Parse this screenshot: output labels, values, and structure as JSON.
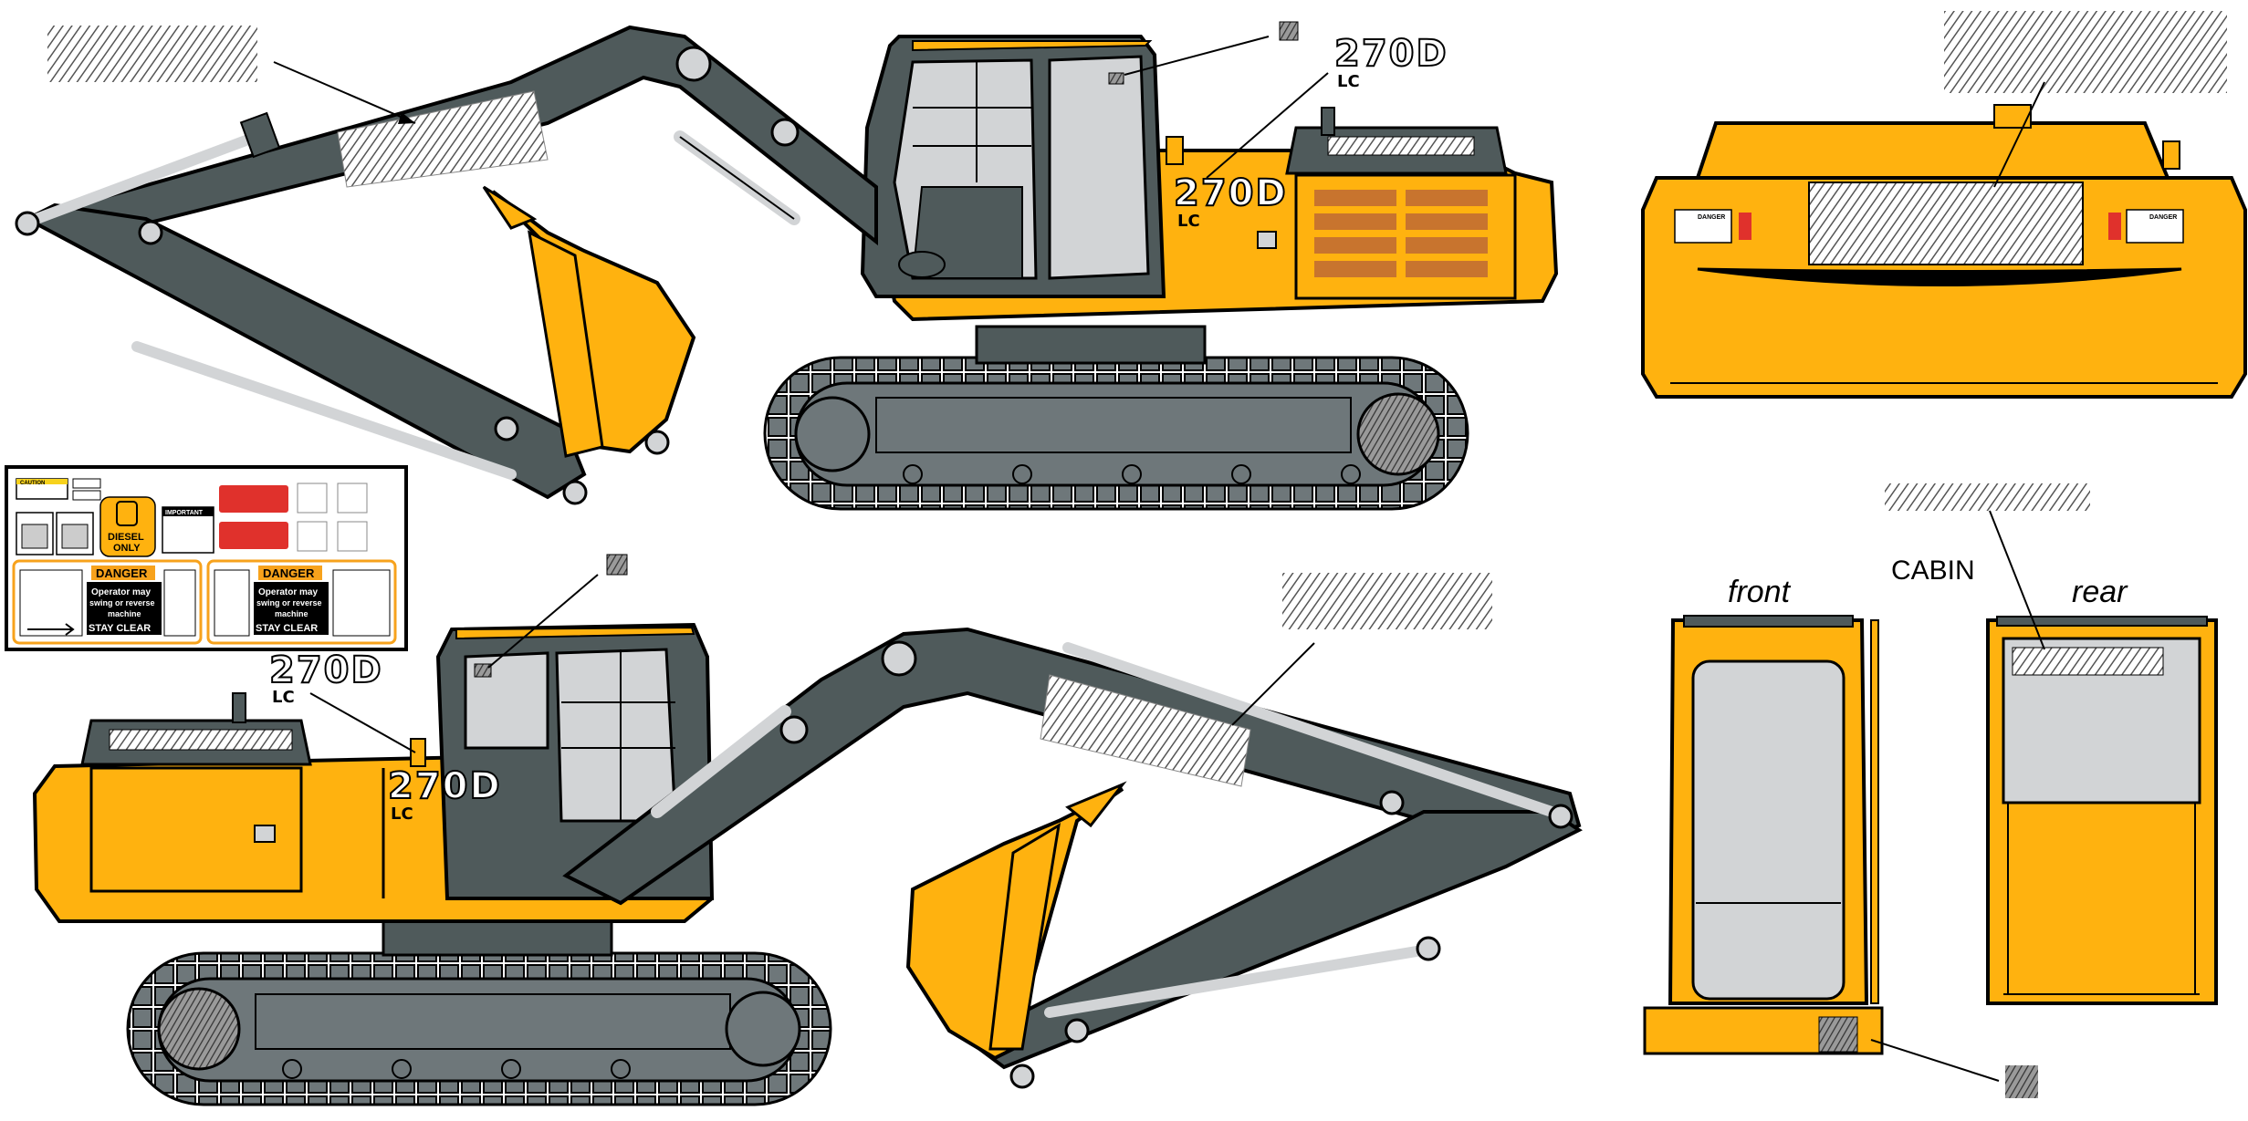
{
  "colors": {
    "machine_yellow": "#FFB20F",
    "boom_gray": "#4F5A5B",
    "track_gray": "#6E777A",
    "glass_gray": "#D2D4D6",
    "grille_brown": "#C8742E",
    "outline": "#000000",
    "danger_orange": "#F7A21C",
    "decal_red": "#E0312C"
  },
  "side_view_top": {
    "model_number_upper": "270D",
    "model_suffix_upper": "LC",
    "model_number_body": "270D",
    "model_suffix_body": "LC"
  },
  "side_view_bottom": {
    "model_number_upper": "270D",
    "model_suffix_upper": "LC",
    "model_number_body": "270D",
    "model_suffix_body": "LC"
  },
  "decal_sheet": {
    "caution_label": "CAUTION",
    "important_label": "IMPORTANT",
    "diesel_line1": "DIESEL",
    "diesel_line2": "ONLY",
    "danger_title": "DANGER",
    "danger_body_1": "Operator may",
    "danger_body_2": "swing or reverse",
    "danger_body_3": "machine",
    "danger_footer": "STAY CLEAR"
  },
  "rear_view": {
    "decal_left": "DANGER",
    "decal_right": "DANGER"
  },
  "cabin_views": {
    "title": "CABIN",
    "front_label": "front",
    "rear_label": "rear"
  },
  "icons": [
    "bucket-icon",
    "fuel-pump-icon",
    "person-crush-icon",
    "hand-warning-icon",
    "arrow-icon"
  ]
}
